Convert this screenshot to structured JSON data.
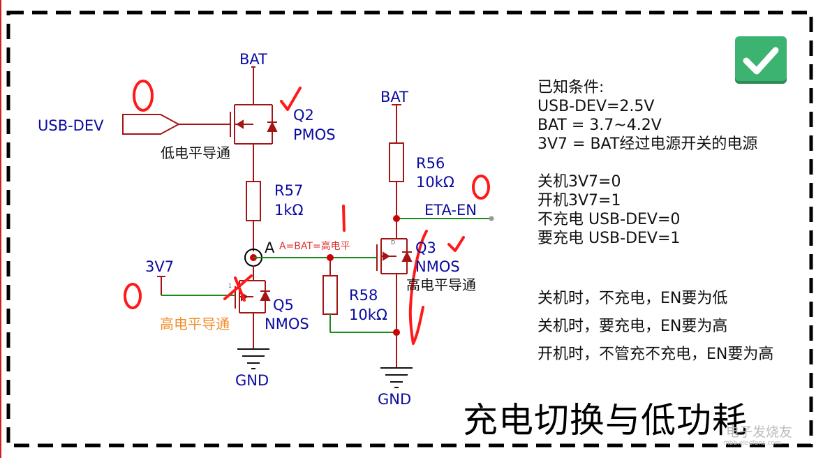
{
  "labels": {
    "bat_top": "BAT",
    "bat_right": "BAT",
    "usb_dev": "USB-DEV",
    "q2": "Q2",
    "q2_type": "PMOS",
    "q2_note": "低电平导通",
    "r57": "R57",
    "r57_val": "1kΩ",
    "r56": "R56",
    "r56_val": "10kΩ",
    "eta_en": "ETA-EN",
    "node_a": "A",
    "node_a_note": "A=BAT=高电平",
    "q3": "Q3",
    "q3_type": "NMOS",
    "q3_note": "高电平导通",
    "v3v7": "3V7",
    "q5": "Q5",
    "q5_type": "NMOS",
    "q5_note": "高电平导通",
    "r58": "R58",
    "r58_val": "10kΩ",
    "gnd_left": "GND",
    "gnd_right": "GND"
  },
  "annotations": {
    "usb_mark": "0",
    "eta_mark": "0",
    "v3v7_mark": "0",
    "node_mark": "1"
  },
  "conditions": {
    "heading": "已知条件:",
    "lines": [
      "USB-DEV=2.5V",
      "BAT = 3.7~4.2V",
      "3V7 = BAT经过电源开关的电源",
      "",
      "关机3V7=0",
      "开机3V7=1",
      "不充电 USB-DEV=0",
      "要充电 USB-DEV=1"
    ]
  },
  "rules": [
    "关机时，不充电，EN要为低",
    "关机时，要充电，EN要为高",
    "开机时，不管充不充电，EN要为高"
  ],
  "title": "充电切换与低功耗",
  "watermark": "电子发烧友",
  "watermark_sub": "mbb.elecfans.com",
  "colors": {
    "wire_dark": "#a31515",
    "wire_green": "#1a8a1a",
    "label_blue": "#0a0aa0",
    "note_orange": "#f28c28",
    "note_red": "#e03030",
    "junction": "#d00000",
    "pen_red": "#ff1a1a",
    "check_green": "#3cb371"
  }
}
